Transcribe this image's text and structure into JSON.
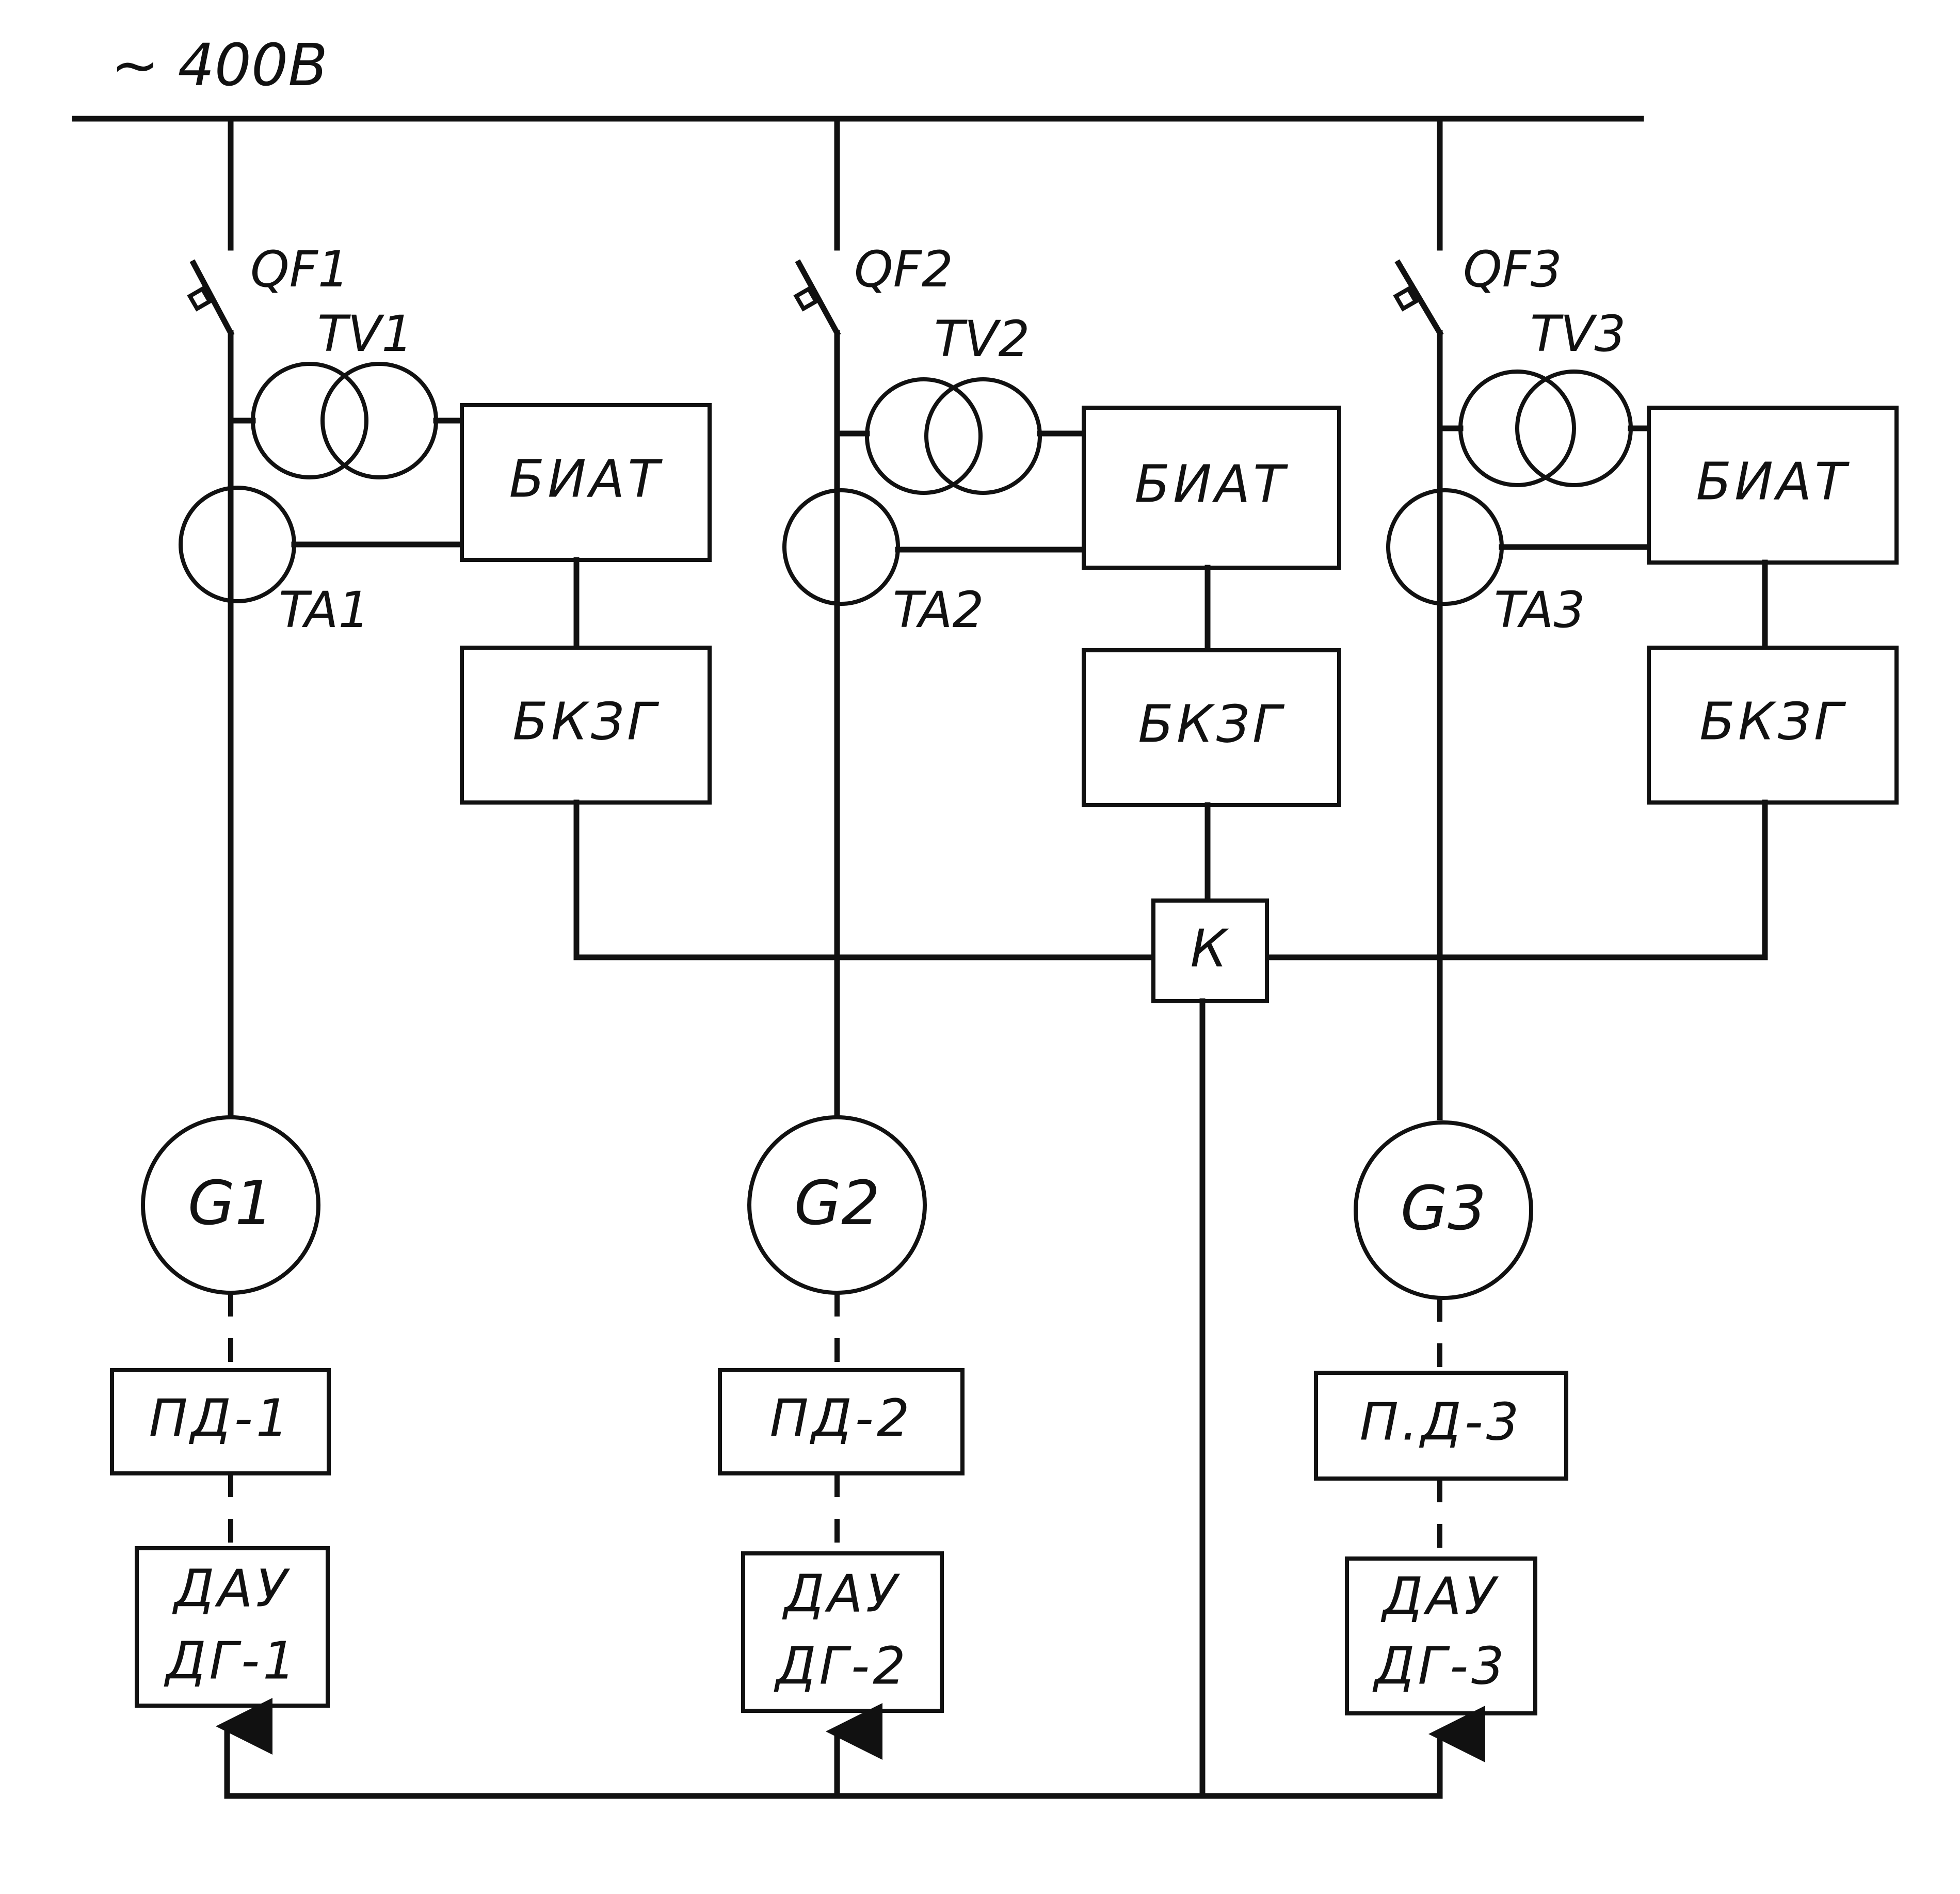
{
  "bus": {
    "label": "~ 400В"
  },
  "branches": [
    {
      "breaker": "QF1",
      "tv": "TV1",
      "ta": "TA1",
      "biat": "БИАТ",
      "bkzg": "БКЗГ",
      "generator": "G1",
      "drive": "ПД-1",
      "control_line1": "ДАУ",
      "control_line2": "ДГ-1"
    },
    {
      "breaker": "QF2",
      "tv": "TV2",
      "ta": "TA2",
      "biat": "БИАТ",
      "bkzg": "БКЗГ",
      "generator": "G2",
      "drive": "ПД-2",
      "control_line1": "ДАУ",
      "control_line2": "ДГ-2"
    },
    {
      "breaker": "QF3",
      "tv": "TV3",
      "ta": "TA3",
      "biat": "БИАТ",
      "bkzg": "БКЗГ",
      "generator": "G3",
      "drive": "П.Д-3",
      "control_line1": "ДАУ",
      "control_line2": "ДГ-3"
    }
  ],
  "controller": {
    "label": "К"
  }
}
